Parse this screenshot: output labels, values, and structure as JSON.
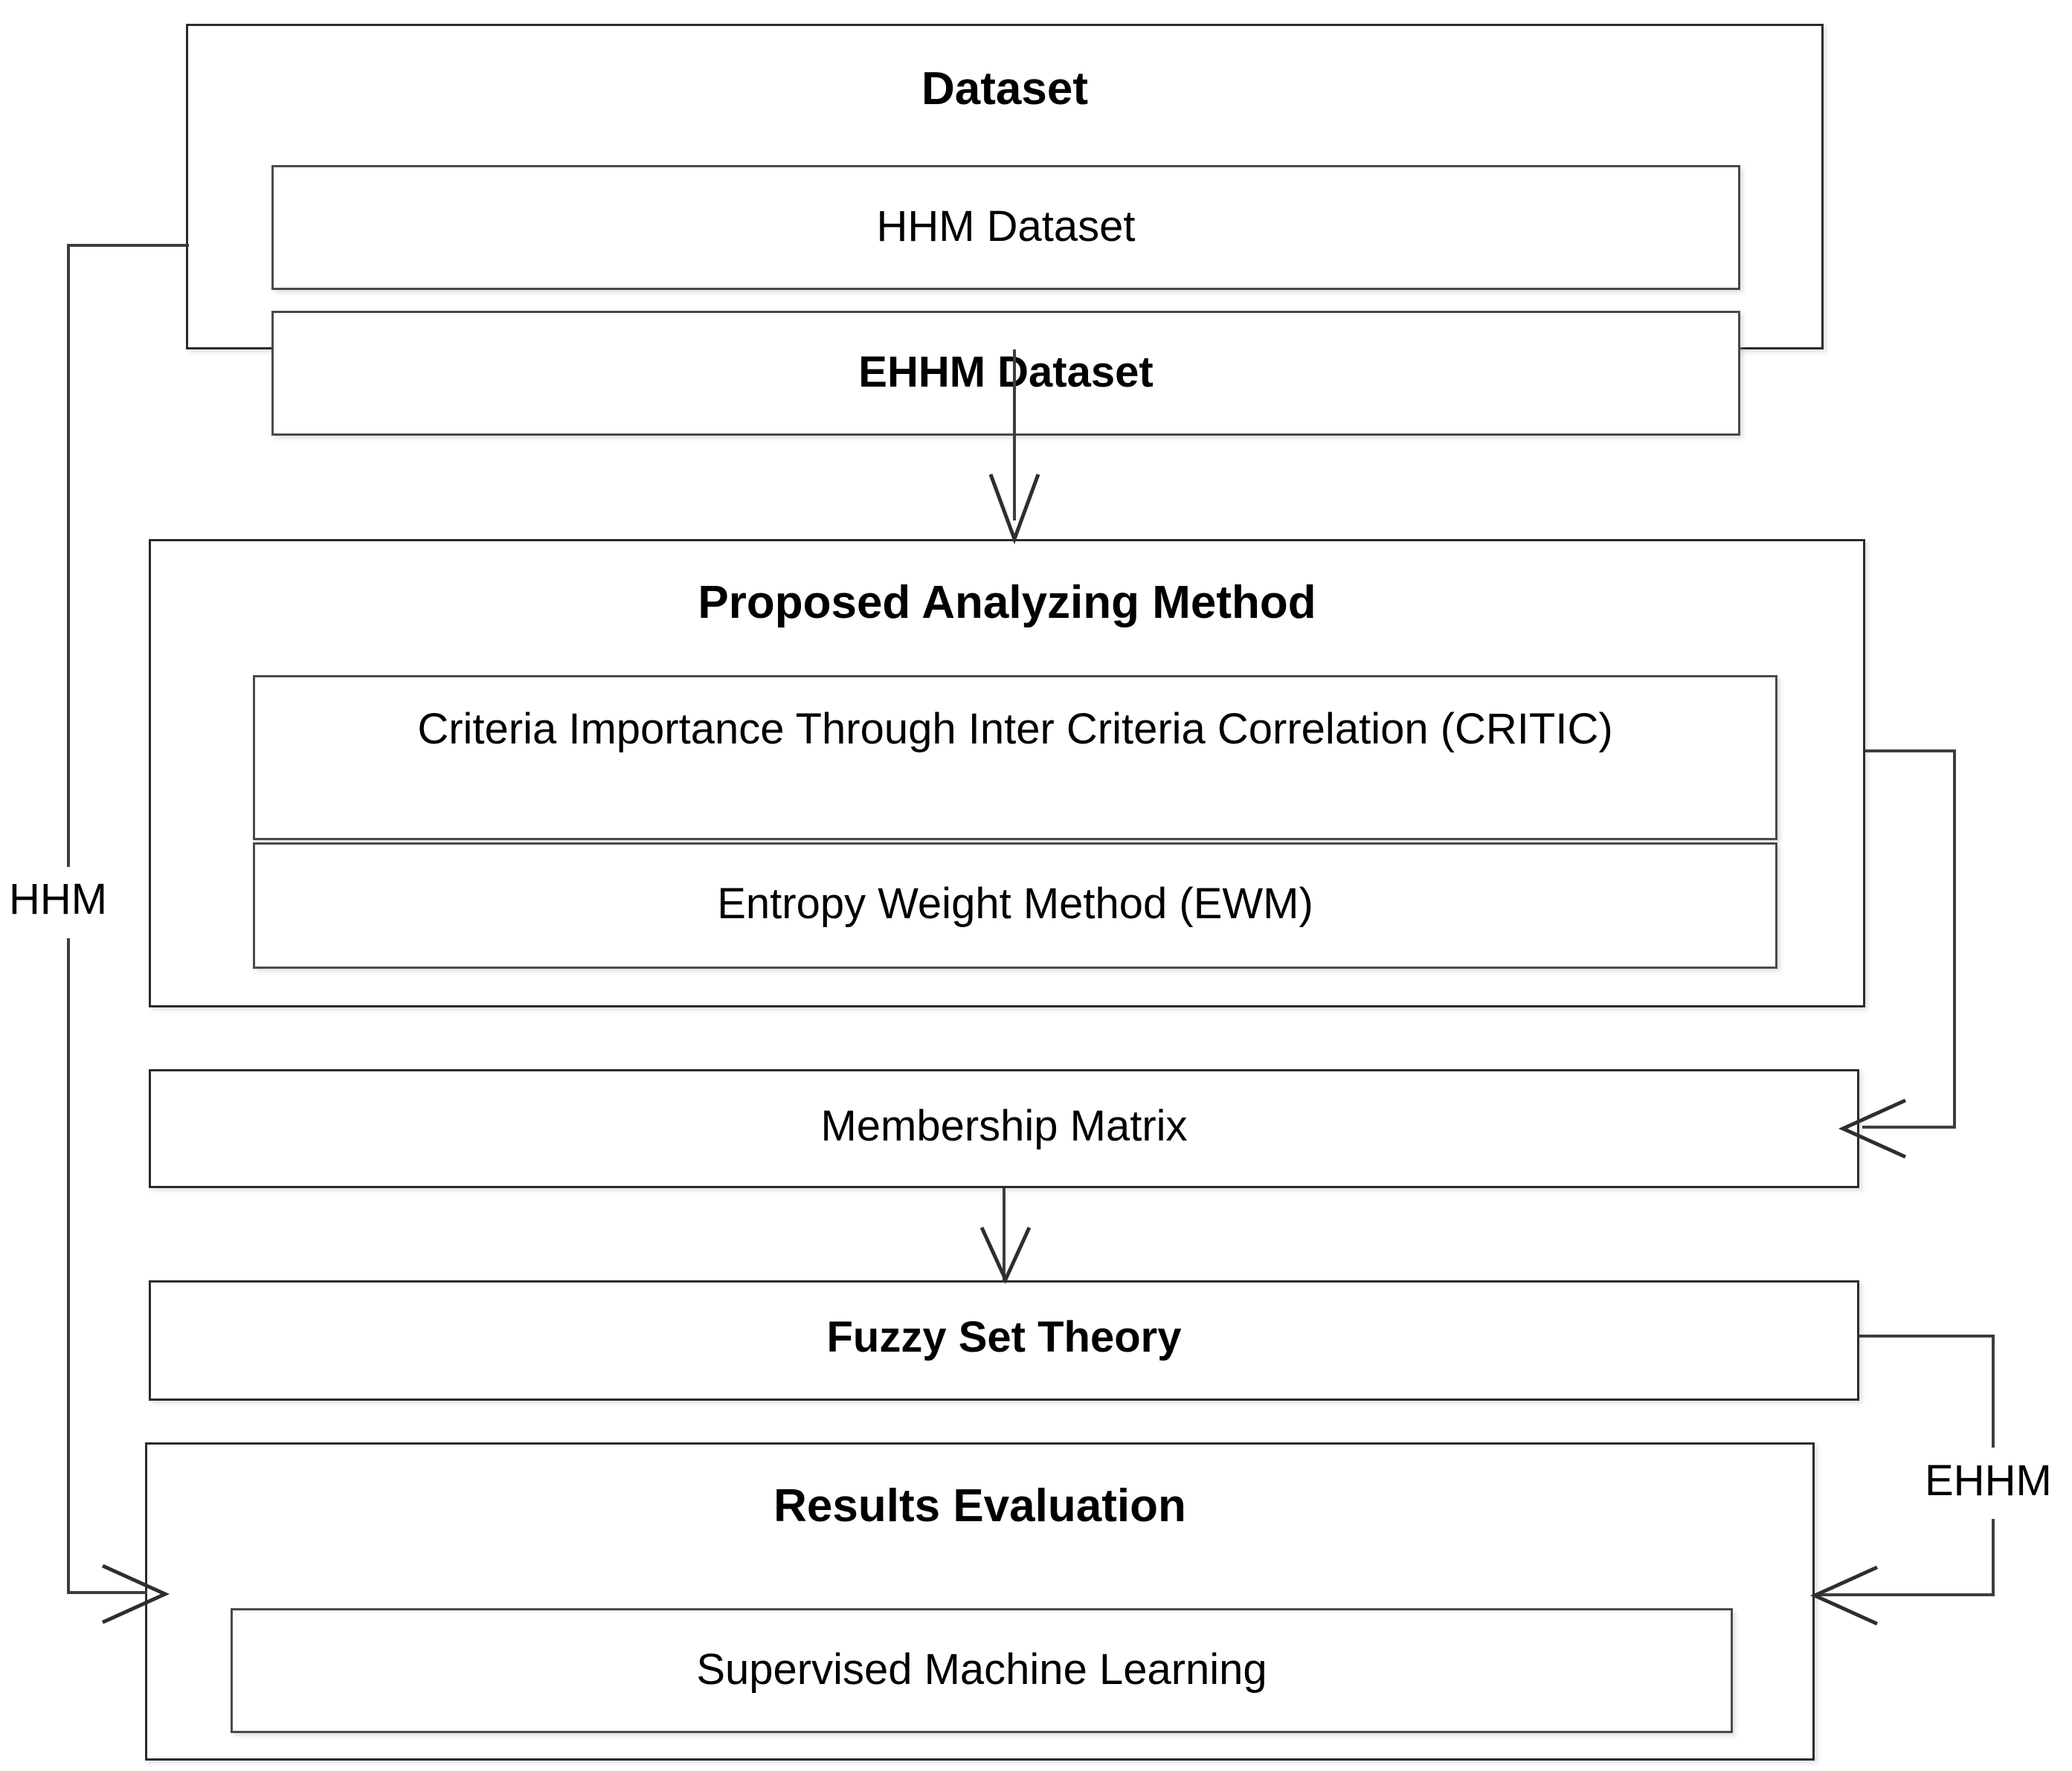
{
  "diagram": {
    "title": "Proposed analysis framework flowchart",
    "nodes": {
      "dataset": {
        "label": "Dataset",
        "children": [
          {
            "label": "HHM Dataset",
            "emphasis": "normal"
          },
          {
            "label": "EHHM Dataset",
            "emphasis": "bold"
          }
        ]
      },
      "method": {
        "label": "Proposed Analyzing Method",
        "children": [
          {
            "label": "Criteria Importance Through Inter Criteria Correlation (CRITIC)",
            "emphasis": "normal"
          },
          {
            "label": "Entropy Weight Method (EWM)",
            "emphasis": "normal"
          }
        ]
      },
      "membership": {
        "label": "Membership Matrix",
        "emphasis": "normal"
      },
      "fuzzy": {
        "label": "Fuzzy Set Theory",
        "emphasis": "bold"
      },
      "results": {
        "label": "Results Evaluation",
        "children": [
          {
            "label": "Supervised Machine Learning",
            "emphasis": "normal"
          }
        ]
      }
    },
    "edge_labels": {
      "left_branch": "HHM",
      "right_branch": "EHHM"
    },
    "colors": {
      "box_border": "#3a3a3a",
      "connector": "#3d3d3d",
      "text": "#000000",
      "background": "#ffffff"
    }
  }
}
